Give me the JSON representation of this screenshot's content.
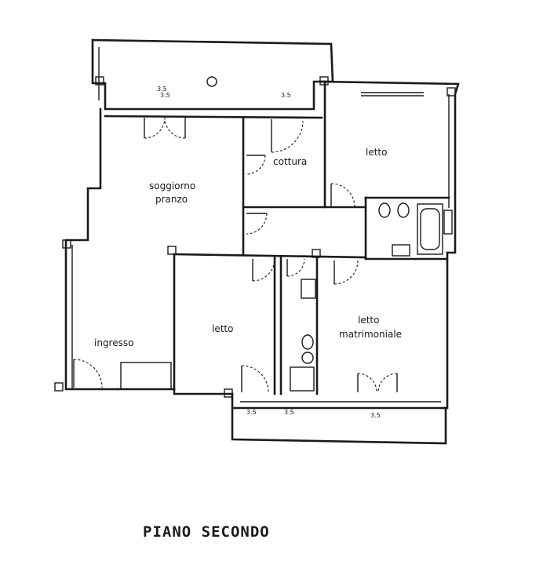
{
  "plan": {
    "title": "PIANO SECONDO",
    "rooms": {
      "soggiorno": "soggiorno",
      "pranzo": "pranzo",
      "cottura": "cottura",
      "letto_ne": "letto",
      "letto_center": "letto",
      "letto_matrimoniale_1": "letto",
      "letto_matrimoniale_2": "matrimoniale",
      "ingresso": "ingresso"
    },
    "markers": {
      "m1": "3.5",
      "m2": "3.5",
      "m3": "3.5",
      "m4": "3.5",
      "m5": "3.5",
      "m6": "3.5"
    }
  }
}
